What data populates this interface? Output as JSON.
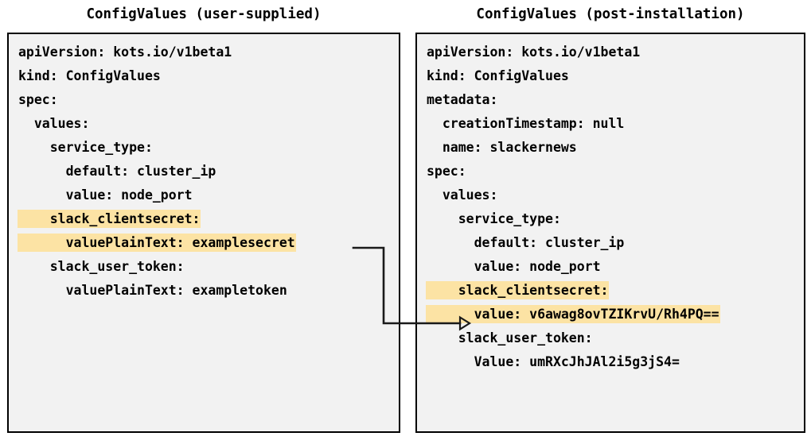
{
  "diagram": {
    "type": "two-panel-yaml-comparison",
    "background": "#ffffff",
    "panel_background": "#f2f2f2",
    "panel_border": "#000000",
    "highlight_color": "#fce3a4",
    "connector_color": "#1a1a1a"
  },
  "left_panel": {
    "title": "ConfigValues (user-supplied)",
    "lines": [
      {
        "text": "apiVersion: kots.io/v1beta1",
        "highlight": false
      },
      {
        "text": "kind: ConfigValues",
        "highlight": false
      },
      {
        "text": "spec:",
        "highlight": false
      },
      {
        "text": "  values:",
        "highlight": false
      },
      {
        "text": "    service_type:",
        "highlight": false
      },
      {
        "text": "      default: cluster_ip",
        "highlight": false
      },
      {
        "text": "      value: node_port",
        "highlight": false
      },
      {
        "text": "    slack_clientsecret:",
        "highlight": true
      },
      {
        "text": "      valuePlainText: examplesecret",
        "highlight": true
      },
      {
        "text": "    slack_user_token:",
        "highlight": false
      },
      {
        "text": "      valuePlainText: exampletoken",
        "highlight": false
      }
    ]
  },
  "right_panel": {
    "title": "ConfigValues (post-installation)",
    "lines": [
      {
        "text": "apiVersion: kots.io/v1beta1",
        "highlight": false
      },
      {
        "text": "kind: ConfigValues",
        "highlight": false
      },
      {
        "text": "metadata:",
        "highlight": false
      },
      {
        "text": "  creationTimestamp: null",
        "highlight": false
      },
      {
        "text": "  name: slackernews",
        "highlight": false
      },
      {
        "text": "spec:",
        "highlight": false
      },
      {
        "text": "  values:",
        "highlight": false
      },
      {
        "text": "    service_type:",
        "highlight": false
      },
      {
        "text": "      default: cluster_ip",
        "highlight": false
      },
      {
        "text": "      value: node_port",
        "highlight": false
      },
      {
        "text": "    slack_clientsecret:",
        "highlight": true
      },
      {
        "text": "      value: v6awag8ovTZIKrvU/Rh4PQ==",
        "highlight": true
      },
      {
        "text": "    slack_user_token:",
        "highlight": false
      },
      {
        "text": "      Value: umRXcJhJAl2i5g3jS4=",
        "highlight": false
      }
    ]
  },
  "connector": {
    "from_label": "valuePlainText: examplesecret",
    "to_label": "value: v6awag8ovTZIKrvU/Rh4PQ==",
    "arrowhead": "open-triangle"
  }
}
